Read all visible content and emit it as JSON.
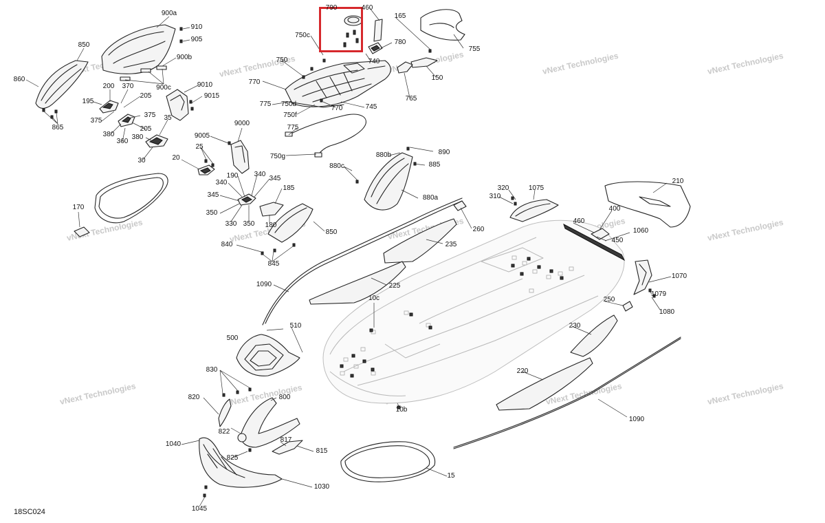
{
  "diagram_code": "18SC024",
  "watermark": "vNext Technologies",
  "highlight_color": "#d6282c",
  "callouts": [
    {
      "id": "c900a",
      "text": "900a"
    },
    {
      "id": "c910",
      "text": "910"
    },
    {
      "id": "c905",
      "text": "905"
    },
    {
      "id": "c900b",
      "text": "900b"
    },
    {
      "id": "c900c",
      "text": "900c"
    },
    {
      "id": "c850a",
      "text": "850"
    },
    {
      "id": "c860",
      "text": "860"
    },
    {
      "id": "c865",
      "text": "865"
    },
    {
      "id": "c200",
      "text": "200"
    },
    {
      "id": "c370",
      "text": "370"
    },
    {
      "id": "c205a",
      "text": "205"
    },
    {
      "id": "c195",
      "text": "195"
    },
    {
      "id": "c375a",
      "text": "375"
    },
    {
      "id": "c375b",
      "text": "375"
    },
    {
      "id": "c380a",
      "text": "380"
    },
    {
      "id": "c205b",
      "text": "205"
    },
    {
      "id": "c360",
      "text": "360"
    },
    {
      "id": "c380b",
      "text": "380"
    },
    {
      "id": "c35",
      "text": "35"
    },
    {
      "id": "c30",
      "text": "30"
    },
    {
      "id": "c9010",
      "text": "9010"
    },
    {
      "id": "c9015",
      "text": "9015"
    },
    {
      "id": "c790",
      "text": "790"
    },
    {
      "id": "c460a",
      "text": "460"
    },
    {
      "id": "c165",
      "text": "165"
    },
    {
      "id": "c755",
      "text": "755"
    },
    {
      "id": "c750c",
      "text": "750c"
    },
    {
      "id": "c780",
      "text": "780"
    },
    {
      "id": "c740",
      "text": "740"
    },
    {
      "id": "c750",
      "text": "750"
    },
    {
      "id": "c770a",
      "text": "770"
    },
    {
      "id": "c150",
      "text": "150"
    },
    {
      "id": "c775a",
      "text": "775"
    },
    {
      "id": "c750d",
      "text": "750d"
    },
    {
      "id": "c765",
      "text": "765"
    },
    {
      "id": "c770b",
      "text": "770"
    },
    {
      "id": "c745",
      "text": "745"
    },
    {
      "id": "c750f",
      "text": "750f"
    },
    {
      "id": "c775b",
      "text": "775"
    },
    {
      "id": "c750g",
      "text": "750g"
    },
    {
      "id": "c9000",
      "text": "9000"
    },
    {
      "id": "c9005",
      "text": "9005"
    },
    {
      "id": "c25",
      "text": "25"
    },
    {
      "id": "c20",
      "text": "20"
    },
    {
      "id": "c880b",
      "text": "880b"
    },
    {
      "id": "c890",
      "text": "890"
    },
    {
      "id": "c880c",
      "text": "880c"
    },
    {
      "id": "c885",
      "text": "885"
    },
    {
      "id": "c880a",
      "text": "880a"
    },
    {
      "id": "c190",
      "text": "190"
    },
    {
      "id": "c340a",
      "text": "340"
    },
    {
      "id": "c345a",
      "text": "345"
    },
    {
      "id": "c340b",
      "text": "340"
    },
    {
      "id": "c185",
      "text": "185"
    },
    {
      "id": "c345b",
      "text": "345"
    },
    {
      "id": "c350a",
      "text": "350"
    },
    {
      "id": "c330",
      "text": "330"
    },
    {
      "id": "c350b",
      "text": "350"
    },
    {
      "id": "c180",
      "text": "180"
    },
    {
      "id": "c850b",
      "text": "850"
    },
    {
      "id": "c840",
      "text": "840"
    },
    {
      "id": "c845",
      "text": "845"
    },
    {
      "id": "c170",
      "text": "170"
    },
    {
      "id": "c320",
      "text": "320"
    },
    {
      "id": "c1075",
      "text": "1075"
    },
    {
      "id": "c310",
      "text": "310"
    },
    {
      "id": "c210",
      "text": "210"
    },
    {
      "id": "c400",
      "text": "400"
    },
    {
      "id": "c460b",
      "text": "460"
    },
    {
      "id": "c1060",
      "text": "1060"
    },
    {
      "id": "c450",
      "text": "450"
    },
    {
      "id": "c260",
      "text": "260"
    },
    {
      "id": "c235",
      "text": "235"
    },
    {
      "id": "c225",
      "text": "225"
    },
    {
      "id": "c1090a",
      "text": "1090"
    },
    {
      "id": "c10c",
      "text": "10c"
    },
    {
      "id": "c1070",
      "text": "1070"
    },
    {
      "id": "c1079",
      "text": "1079"
    },
    {
      "id": "c1080",
      "text": "1080"
    },
    {
      "id": "c250",
      "text": "250"
    },
    {
      "id": "c230",
      "text": "230"
    },
    {
      "id": "c510",
      "text": "510"
    },
    {
      "id": "c500",
      "text": "500"
    },
    {
      "id": "c830",
      "text": "830"
    },
    {
      "id": "c220",
      "text": "220"
    },
    {
      "id": "c820",
      "text": "820"
    },
    {
      "id": "c800",
      "text": "800"
    },
    {
      "id": "c822",
      "text": "822"
    },
    {
      "id": "c10b",
      "text": "10b"
    },
    {
      "id": "c1090b",
      "text": "1090"
    },
    {
      "id": "c817",
      "text": "817"
    },
    {
      "id": "c1040",
      "text": "1040"
    },
    {
      "id": "c815",
      "text": "815"
    },
    {
      "id": "c825",
      "text": "825"
    },
    {
      "id": "c15",
      "text": "15"
    },
    {
      "id": "c1030",
      "text": "1030"
    },
    {
      "id": "c1045",
      "text": "1045"
    }
  ]
}
